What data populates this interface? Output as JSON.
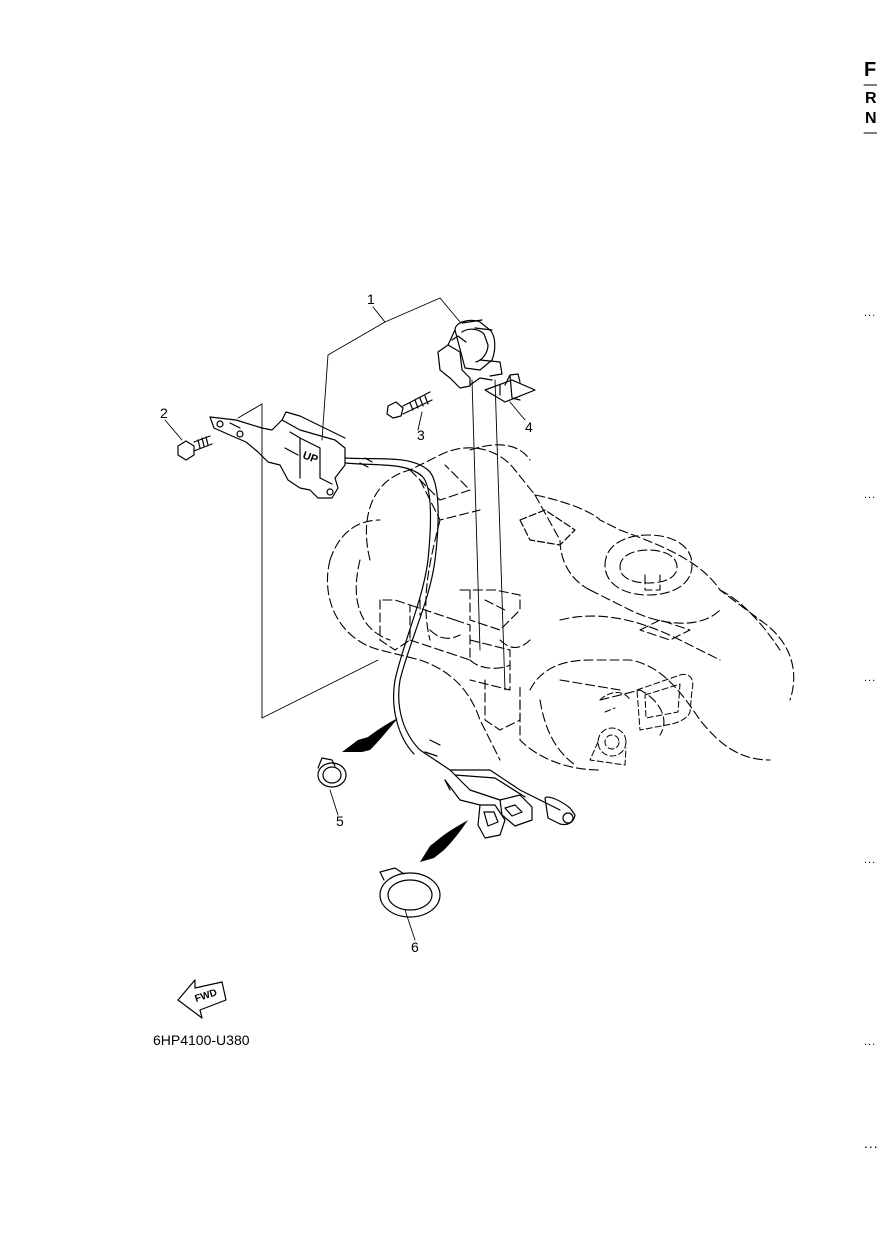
{
  "edge": {
    "letters": [
      "F",
      "R",
      "N"
    ],
    "dashes": [
      "...",
      "...",
      "...",
      "...",
      "...",
      "...",
      "–"
    ]
  },
  "callouts": [
    "1",
    "2",
    "3",
    "4",
    "5",
    "6"
  ],
  "part_marks": {
    "up_mark": "UP",
    "fwd_mark": "FWD"
  },
  "diagram_code": "6HP4100-U380"
}
